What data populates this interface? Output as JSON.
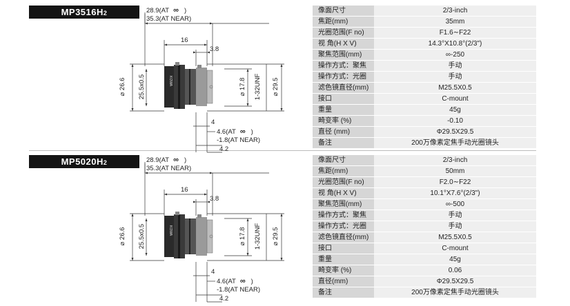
{
  "sections": [
    {
      "model_main": "MP3516H",
      "model_sub": "2",
      "dims": {
        "overall_far": "28.9(AT",
        "overall_far_sym": "∞",
        "overall_far_end": ")",
        "overall_near": "35.3(AT NEAR)",
        "d16": "16",
        "d38": "3.8",
        "d266": "26.6",
        "d255": "25.5x0.5",
        "d178": "17.8",
        "unf": "1-32UNF",
        "d295": "29.5",
        "d4": "4",
        "d46_far": "4.6(AT",
        "d46_sym": "∞",
        "d46_end": ")",
        "d18_near": "-1.8(AT NEAR)",
        "d42": "4.2",
        "brand": "KOWA"
      },
      "specs": [
        {
          "label": "像面尺寸",
          "value": "2/3-inch"
        },
        {
          "label": "焦距(mm)",
          "value": "35mm"
        },
        {
          "label": "光圈范围(F no)",
          "value": "F1.6∼F22"
        },
        {
          "label": "视 角(H X V)",
          "value": "14.3°X10.8°(2/3\")"
        },
        {
          "label": "聚焦范围(mm)",
          "value": "∞-250"
        },
        {
          "label": "操作方式：聚焦",
          "value": "手动"
        },
        {
          "label": "操作方式：光圈",
          "value": "手动"
        },
        {
          "label": "滤色镜直径(mm)",
          "value": "M25.5X0.5"
        },
        {
          "label": "接口",
          "value": "C-mount"
        },
        {
          "label": "重量",
          "value": "45g"
        },
        {
          "label": "畸变率 (%)",
          "value": "-0.10"
        },
        {
          "label": "直径 (mm)",
          "value": "Φ29.5X29.5"
        },
        {
          "label": "备注",
          "value": "200万像素定焦手动光圈镜头"
        }
      ]
    },
    {
      "model_main": "MP5020H",
      "model_sub": "2",
      "dims": {
        "overall_far": "28.9(AT",
        "overall_far_sym": "∞",
        "overall_far_end": ")",
        "overall_near": "35.3(AT NEAR)",
        "d16": "16",
        "d38": "3.8",
        "d266": "26.6",
        "d255": "25.5x0.5",
        "d178": "17.8",
        "unf": "1-32UNF",
        "d295": "29.5",
        "d4": "4",
        "d46_far": "4.6(AT",
        "d46_sym": "∞",
        "d46_end": ")",
        "d18_near": "-1.8(AT NEAR)",
        "d42": "4.2",
        "brand": "KOWA"
      },
      "specs": [
        {
          "label": "像面尺寸",
          "value": "2/3-inch"
        },
        {
          "label": "焦距(mm)",
          "value": "50mm"
        },
        {
          "label": "光圈范围(F no)",
          "value": "F2.0∼F22"
        },
        {
          "label": "视 角(H X V)",
          "value": "10.1°X7.6°(2/3\")"
        },
        {
          "label": "聚焦范围(mm)",
          "value": "∞-500"
        },
        {
          "label": "操作方式：聚焦",
          "value": "手动"
        },
        {
          "label": "操作方式：光圈",
          "value": "手动"
        },
        {
          "label": "滤色镜直径(mm)",
          "value": "M25.5X0.5"
        },
        {
          "label": "接口",
          "value": "C-mount"
        },
        {
          "label": "重量",
          "value": "45g"
        },
        {
          "label": "畸变率 (%)",
          "value": "0.06"
        },
        {
          "label": "直径(mm)",
          "value": "Φ29.5X29.5"
        },
        {
          "label": "备注",
          "value": "200万像素定焦手动光圈镜头"
        }
      ]
    }
  ]
}
